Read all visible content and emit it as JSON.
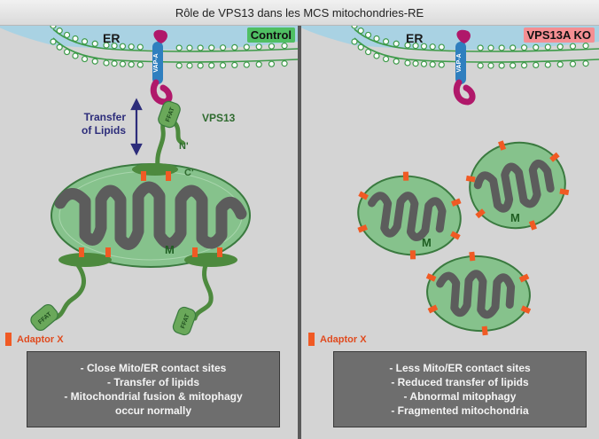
{
  "title": "Rôle de VPS13 dans les MCS mitochondries-RE",
  "colors": {
    "er_lumen": "#a9d2e3",
    "membrane_green": "#3e9b4a",
    "mito_fill": "#86c28c",
    "mito_outline": "#3a7a3f",
    "cristae": "#5c5c5c",
    "vps13_green": "#4d8a3e",
    "vapa_blue": "#2f7fbf",
    "vapa_magenta": "#b0186a",
    "adaptor_orange": "#f05a24",
    "arrow_navy": "#2c2c7a"
  },
  "control": {
    "er_label": "ER",
    "badge": "Control",
    "vapa_label": "VAP-A",
    "transfer_line1": "Transfer",
    "transfer_line2": "of Lipids",
    "vps13_label": "VPS13",
    "ffat_label": "FFAT",
    "n_term": "N'",
    "c_term": "C'",
    "mito_label": "M",
    "adaptor_label": "Adaptor X",
    "summary": [
      "- Close Mito/ER contact sites",
      "- Transfer of lipids",
      "- Mitochondrial fusion & mitophagy",
      "occur normally"
    ]
  },
  "ko": {
    "er_label": "ER",
    "badge": "VPS13A KO",
    "vapa_label": "VAP-A",
    "mito_label": "M",
    "adaptor_label": "Adaptor X",
    "summary": [
      "- Less Mito/ER contact sites",
      "- Reduced transfer of lipids",
      "- Abnormal mitophagy",
      "- Fragmented mitochondria"
    ]
  }
}
